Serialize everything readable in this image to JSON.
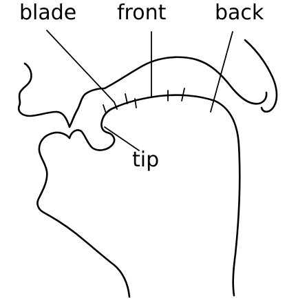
{
  "labels": {
    "blade": "blade",
    "front": "front",
    "back": "back",
    "tip": "tip"
  },
  "colors": {
    "ink": "#000000",
    "background": "#ffffff"
  }
}
